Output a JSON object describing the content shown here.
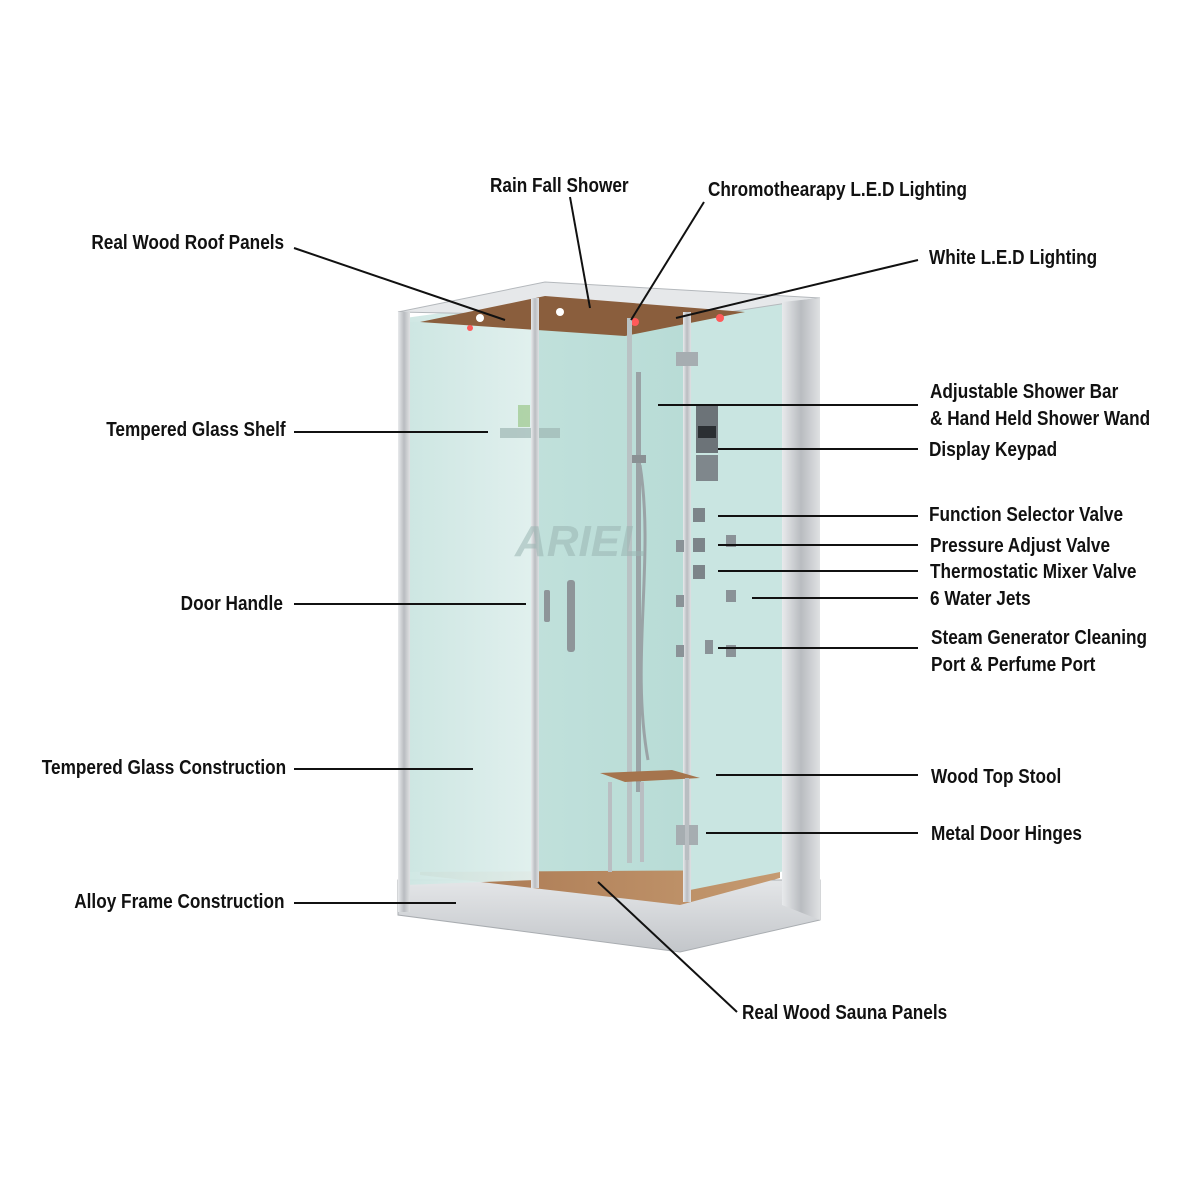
{
  "colors": {
    "text": "#111111",
    "leader_line": "#111111",
    "frame_silver": "#c9ccd0",
    "glass_tint": "#d8ece9",
    "back_panel": "#bfe0db",
    "wood": "#b07f55"
  },
  "watermark": "ARIEL",
  "labels": {
    "rain_fall_shower": "Rain Fall Shower",
    "chromotherapy": "Chromothearapy L.E.D Lighting",
    "real_wood_roof_panels": "Real Wood Roof Panels",
    "white_led_lighting": "White L.E.D Lighting",
    "tempered_glass_shelf": "Tempered Glass Shelf",
    "adjustable_shower_bar_line1": "Adjustable Shower Bar",
    "adjustable_shower_bar_line2": "& Hand Held Shower Wand",
    "display_keypad": "Display Keypad",
    "function_selector_valve": "Function Selector Valve",
    "pressure_adjust_valve": "Pressure Adjust Valve",
    "thermostatic_mixer_valve": "Thermostatic Mixer Valve",
    "water_jets": "6 Water Jets",
    "door_handle": "Door Handle",
    "steam_generator_line1": "Steam Generator Cleaning",
    "steam_generator_line2": "Port & Perfume Port",
    "tempered_glass_construction": "Tempered Glass Construction",
    "wood_top_stool": "Wood Top Stool",
    "metal_door_hinges": "Metal Door Hinges",
    "alloy_frame_construction": "Alloy Frame Construction",
    "real_wood_sauna_panels": "Real Wood Sauna Panels"
  }
}
